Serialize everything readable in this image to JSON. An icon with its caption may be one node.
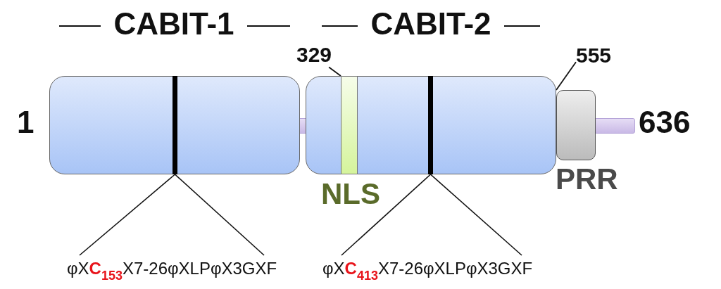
{
  "diagram": {
    "nodes": [
      {
        "text": [
          "CABIT-1"
        ]
      },
      {
        "text": [],
        "shape": "bar",
        "in": 0
      },
      {
        "text": [
          "CABIT-2"
        ]
      },
      {
        "text": [
          "329"
        ]
      },
      {
        "text": [
          "NLS"
        ],
        "in": 2
      },
      {
        "text": [],
        "shape": "bar",
        "in": 2
      },
      {
        "text": [
          "555"
        ]
      },
      {
        "text": [
          "PRR"
        ]
      },
      {
        "text": [
          "φX**C**$_{153}$X7-26φXLPφX3GXF"
        ]
      },
      {
        "text": [
          "φX**C**$_{413}$X7-26φXLPφX3GXF"
        ]
      }
    ],
    "edges": [
      {
        "from": 3,
        "to": 4,
        "arrow": "none"
      },
      {
        "from": 6,
        "to": 7,
        "arrow": "none"
      },
      {
        "from": 8,
        "to": 1,
        "arrow": "none"
      },
      {
        "from": 8,
        "to": 1,
        "arrow": "none"
      },
      {
        "from": 9,
        "to": 5,
        "arrow": "none"
      },
      {
        "from": 9,
        "to": 5,
        "arrow": "none"
      }
    ],
    "labels": [
      "1",
      "636"
    ]
  }
}
